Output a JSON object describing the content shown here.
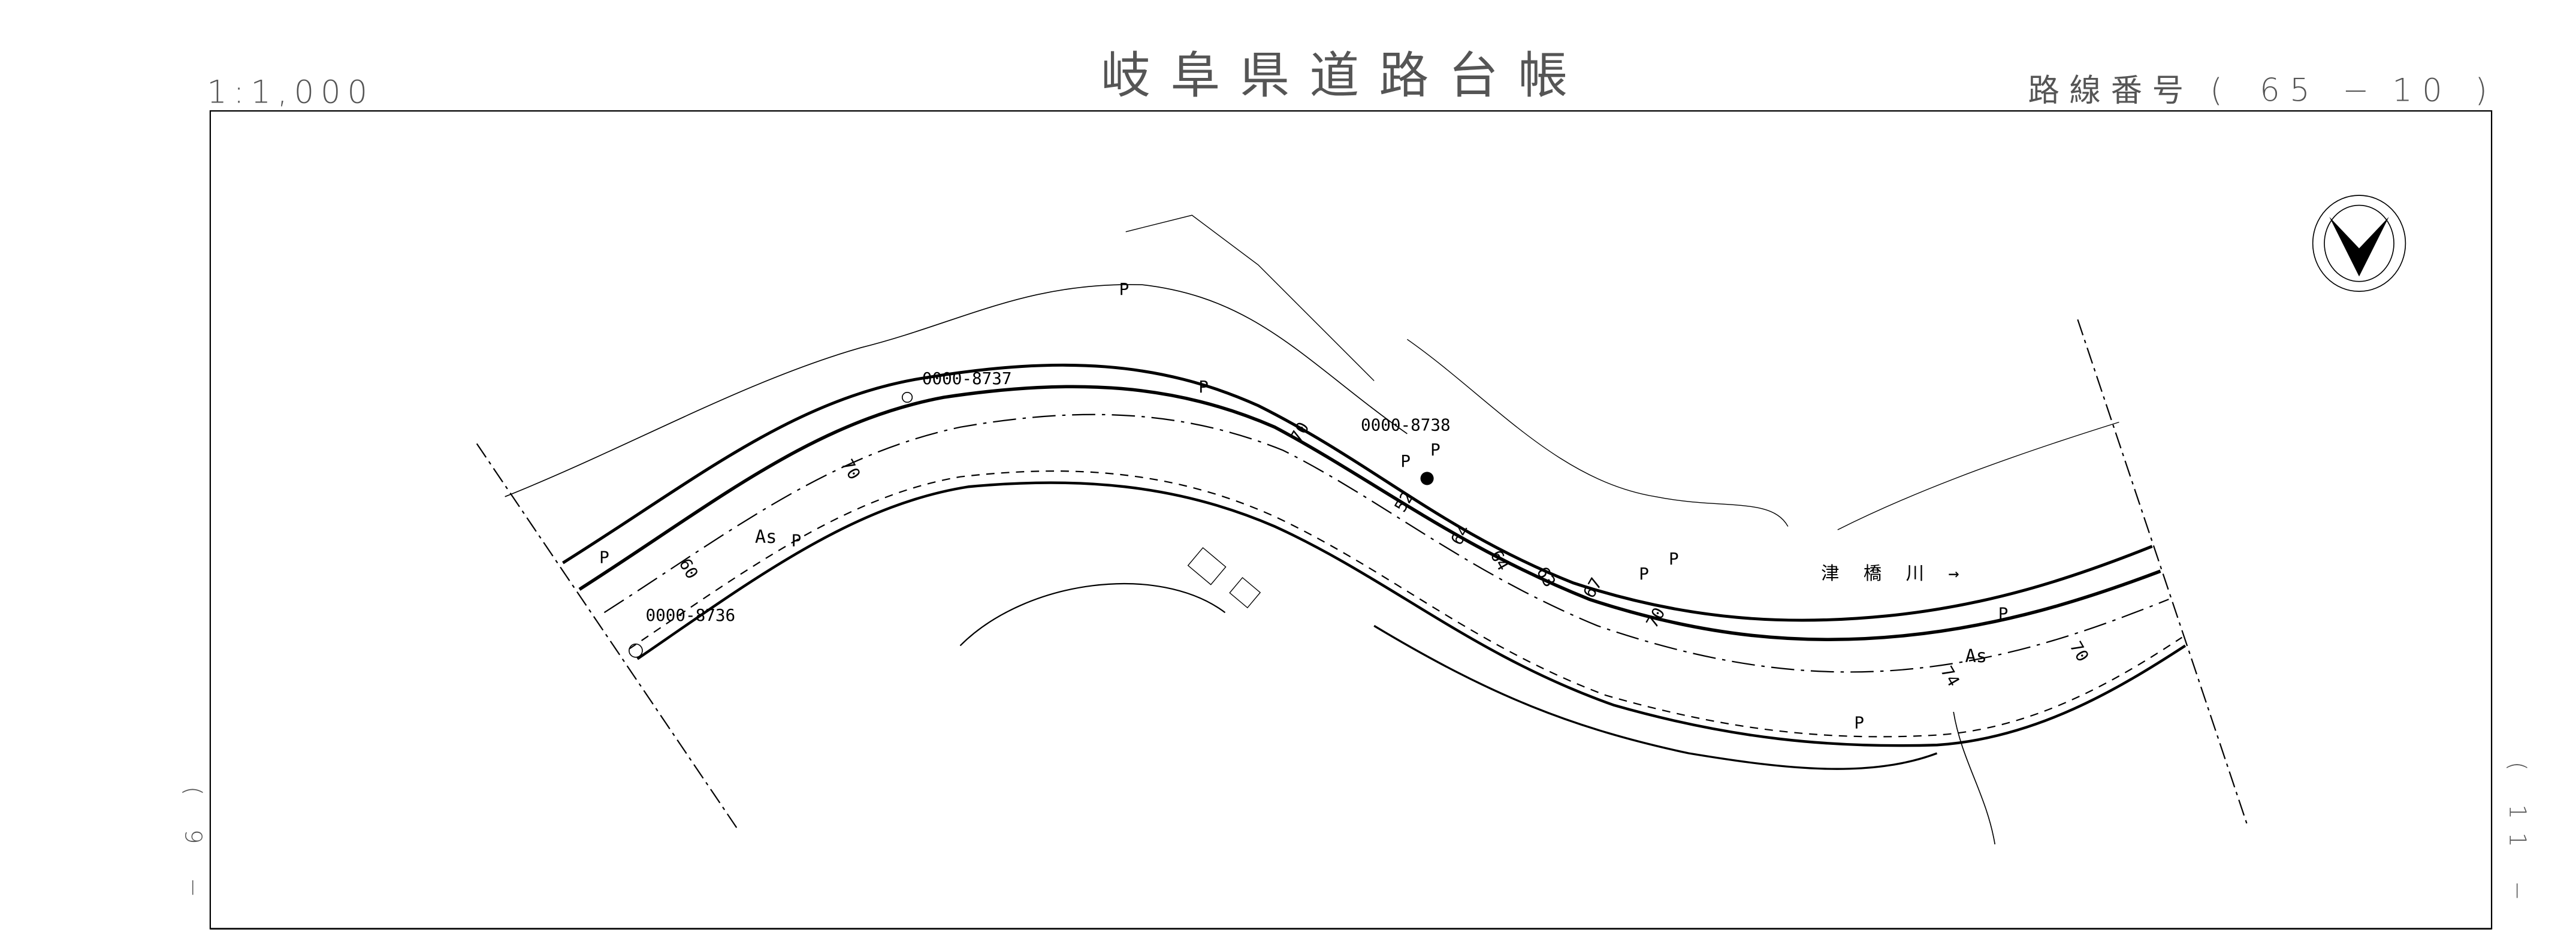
{
  "header": {
    "scale": "1:1,000",
    "title": "岐阜県道路台帳",
    "route_label": "路線番号",
    "route_open": "(",
    "route_major": "65",
    "route_sep": "−",
    "route_minor": "10",
    "route_close": ")"
  },
  "sheet_links": {
    "left": "( 9 −",
    "right": "( 11 −"
  },
  "map": {
    "north_arrow_icon": "north-arrow-icon",
    "benchmarks": [
      "0000-8737",
      "0000-8738",
      "0000-8736"
    ],
    "river_label": "津 橋 川 →",
    "pavement_labels": [
      "As",
      "As"
    ],
    "pole_labels": [
      "P",
      "P",
      "P",
      "P",
      "P",
      "P",
      "P",
      "P",
      "P",
      "P"
    ],
    "widths": [
      "60",
      "70",
      "70",
      "52",
      "64",
      "64",
      "63",
      "67",
      "70",
      "74",
      "70"
    ]
  }
}
